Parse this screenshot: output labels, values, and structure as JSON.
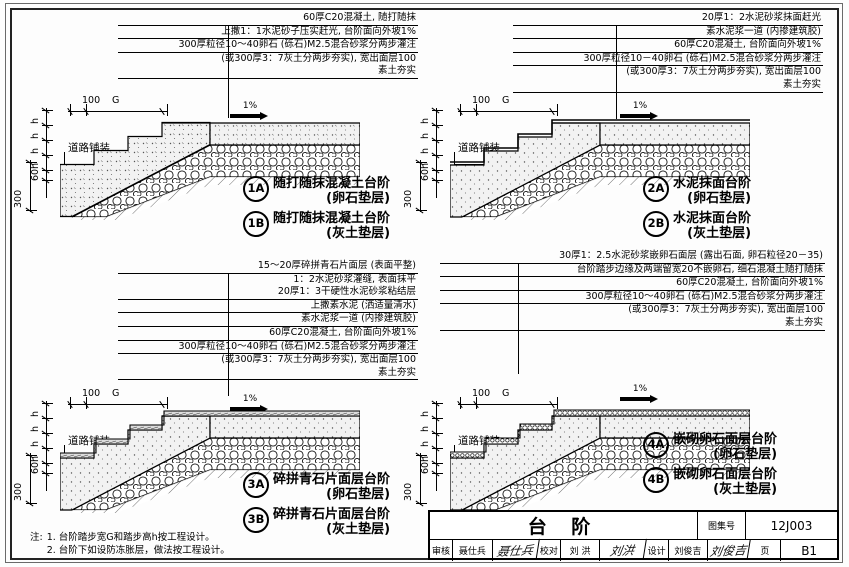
{
  "sheet": {
    "drawing_title": "台  阶",
    "atlas_label": "图集号",
    "atlas_number": "12J003",
    "page_label": "页",
    "page_number": "B1"
  },
  "signature_row": {
    "review_label": "审核",
    "review_name": "聂仕兵",
    "review_sign": "聂仕兵",
    "check_label": "校对",
    "check_name": "刘 洪",
    "check_sign": "刘洪",
    "design_label": "设计",
    "design_name": "刘俊吉",
    "design_sign": "刘俊吉"
  },
  "notes": {
    "prefix": "注:",
    "items": [
      "1. 台阶踏步宽G和踏步高h按工程设计。",
      "2. 台阶下如设防冻胀层，做法按工程设计。"
    ]
  },
  "common": {
    "road_paving": "道路铺装",
    "slope": "1%",
    "dim_100": "100",
    "dim_G": "G",
    "dim_300": "300",
    "dim_60": "60",
    "dim_h": "h"
  },
  "details": [
    {
      "id": "detail-1",
      "spec_lines": [
        "60厚C20混凝土, 随打随抹",
        "上撒1：1水泥砂子压实赶光, 台阶面向外坡1%",
        "300厚粒径10～40卵石 (砾石)M2.5混合砂浆分两步灌注",
        "(或300厚3：7灰土分两步夯实), 宽出面层100",
        "素土夯实"
      ],
      "callouts": [
        {
          "tag": "1A",
          "name": "随打随抹混凝土台阶",
          "sub": "(卵石垫层)"
        },
        {
          "tag": "1B",
          "name": "随打随抹混凝土台阶",
          "sub": "(灰土垫层)"
        }
      ]
    },
    {
      "id": "detail-2",
      "spec_lines": [
        "20厚1：2水泥砂浆抹面赶光",
        "素水泥浆一道 (内掺建筑胶)",
        "60厚C20混凝土, 台阶面向外坡1%",
        "300厚粒径10－40卵石 (砾石)M2.5混合砂浆分两步灌注",
        "(或300厚3：7灰土分两步夯实), 宽出面层100",
        "素土夯实"
      ],
      "callouts": [
        {
          "tag": "2A",
          "name": "水泥抹面台阶",
          "sub": "(卵石垫层)"
        },
        {
          "tag": "2B",
          "name": "水泥抹面台阶",
          "sub": "(灰土垫层)"
        }
      ]
    },
    {
      "id": "detail-3",
      "spec_lines": [
        "15～20厚碎拼青石片面层 (表面平整)",
        "1：2水泥砂浆灌缝, 表面抹平",
        "20厚1：3干硬性水泥砂浆粘结层",
        "上撒素水泥 (洒适量清水)",
        "素水泥浆一道 (内掺建筑胶)",
        "60厚C20混凝土, 台阶面向外坡1%",
        "300厚粒径10～40卵石 (砾石)M2.5混合砂浆分两步灌注",
        "(或300厚3：7灰土分两步夯实), 宽出面层100",
        "素土夯实"
      ],
      "callouts": [
        {
          "tag": "3A",
          "name": "碎拼青石片面层台阶",
          "sub": "(卵石垫层)"
        },
        {
          "tag": "3B",
          "name": "碎拼青石片面层台阶",
          "sub": "(灰土垫层)"
        }
      ]
    },
    {
      "id": "detail-4",
      "spec_lines": [
        "30厚1：2.5水泥砂浆嵌卵石面层 (露出石面, 卵石粒径20－35)",
        "台阶踏步边缘及两端留宽20不嵌卵石, 细石混凝土随打随抹",
        "60厚C20混凝土, 台阶面向外坡1%",
        "300厚粒径10～40卵石 (砾石)M2.5混合砂浆分两步灌注",
        "(或300厚3：7灰土分两步夯实), 宽出面层100",
        "素土夯实"
      ],
      "callouts": [
        {
          "tag": "4A",
          "name": "嵌砌卵石面层台阶",
          "sub": "(卵石垫层)"
        },
        {
          "tag": "4B",
          "name": "嵌砌卵石面层台阶",
          "sub": "(灰土垫层)"
        }
      ]
    }
  ]
}
